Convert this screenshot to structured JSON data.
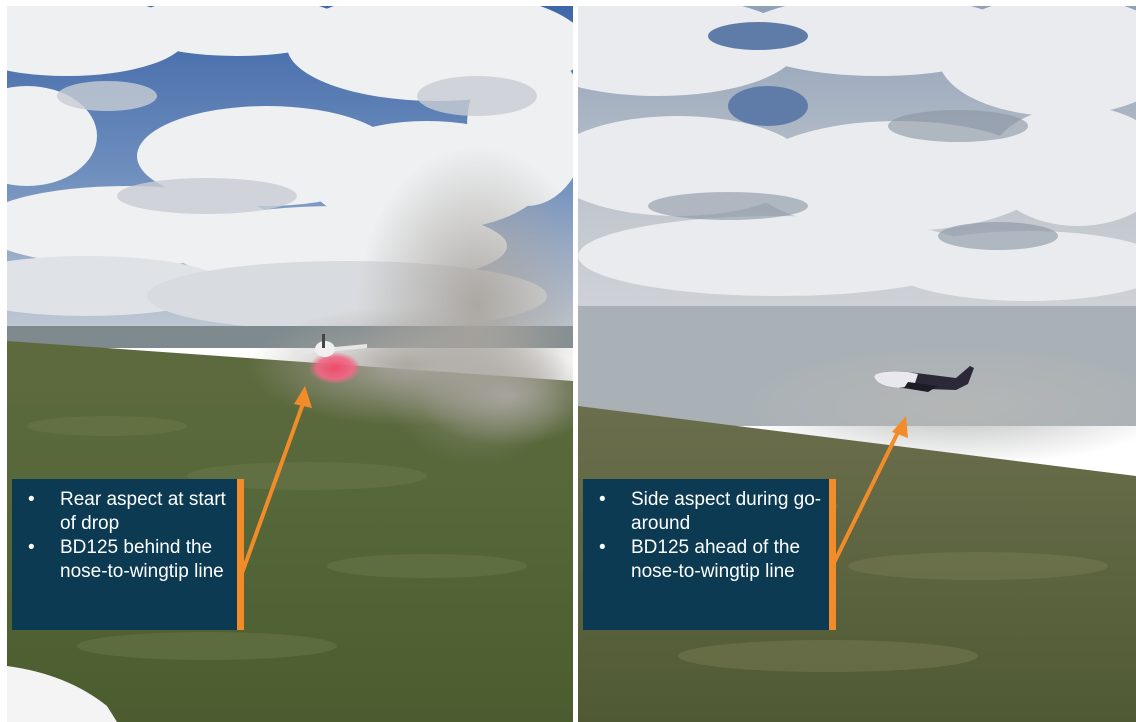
{
  "colors": {
    "callout_bg": "#0b3a52",
    "accent_orange": "#f28c28",
    "text": "#ffffff",
    "retardant": "#f25c78"
  },
  "left_callout": {
    "bullets": [
      "Rear aspect at start of drop",
      "BD125 behind the nose-to-wingtip line"
    ]
  },
  "right_callout": {
    "bullets": [
      "Side aspect during go-around",
      "BD125 ahead of the nose-to-wingtip line"
    ]
  }
}
